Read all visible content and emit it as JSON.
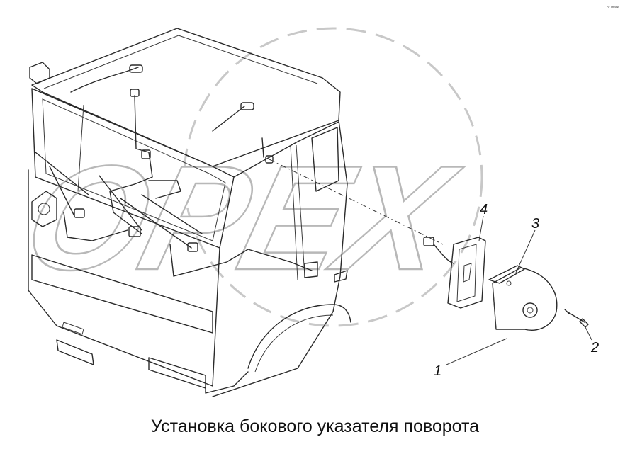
{
  "caption": "Установка бокового указателя поворота",
  "watermark": "OPEX",
  "corner_mark": "p*.mark",
  "callouts": [
    {
      "label": "1",
      "part": "side-indicator-housing"
    },
    {
      "label": "2",
      "part": "screw"
    },
    {
      "label": "3",
      "part": "gasket"
    },
    {
      "label": "4",
      "part": "lens"
    }
  ]
}
